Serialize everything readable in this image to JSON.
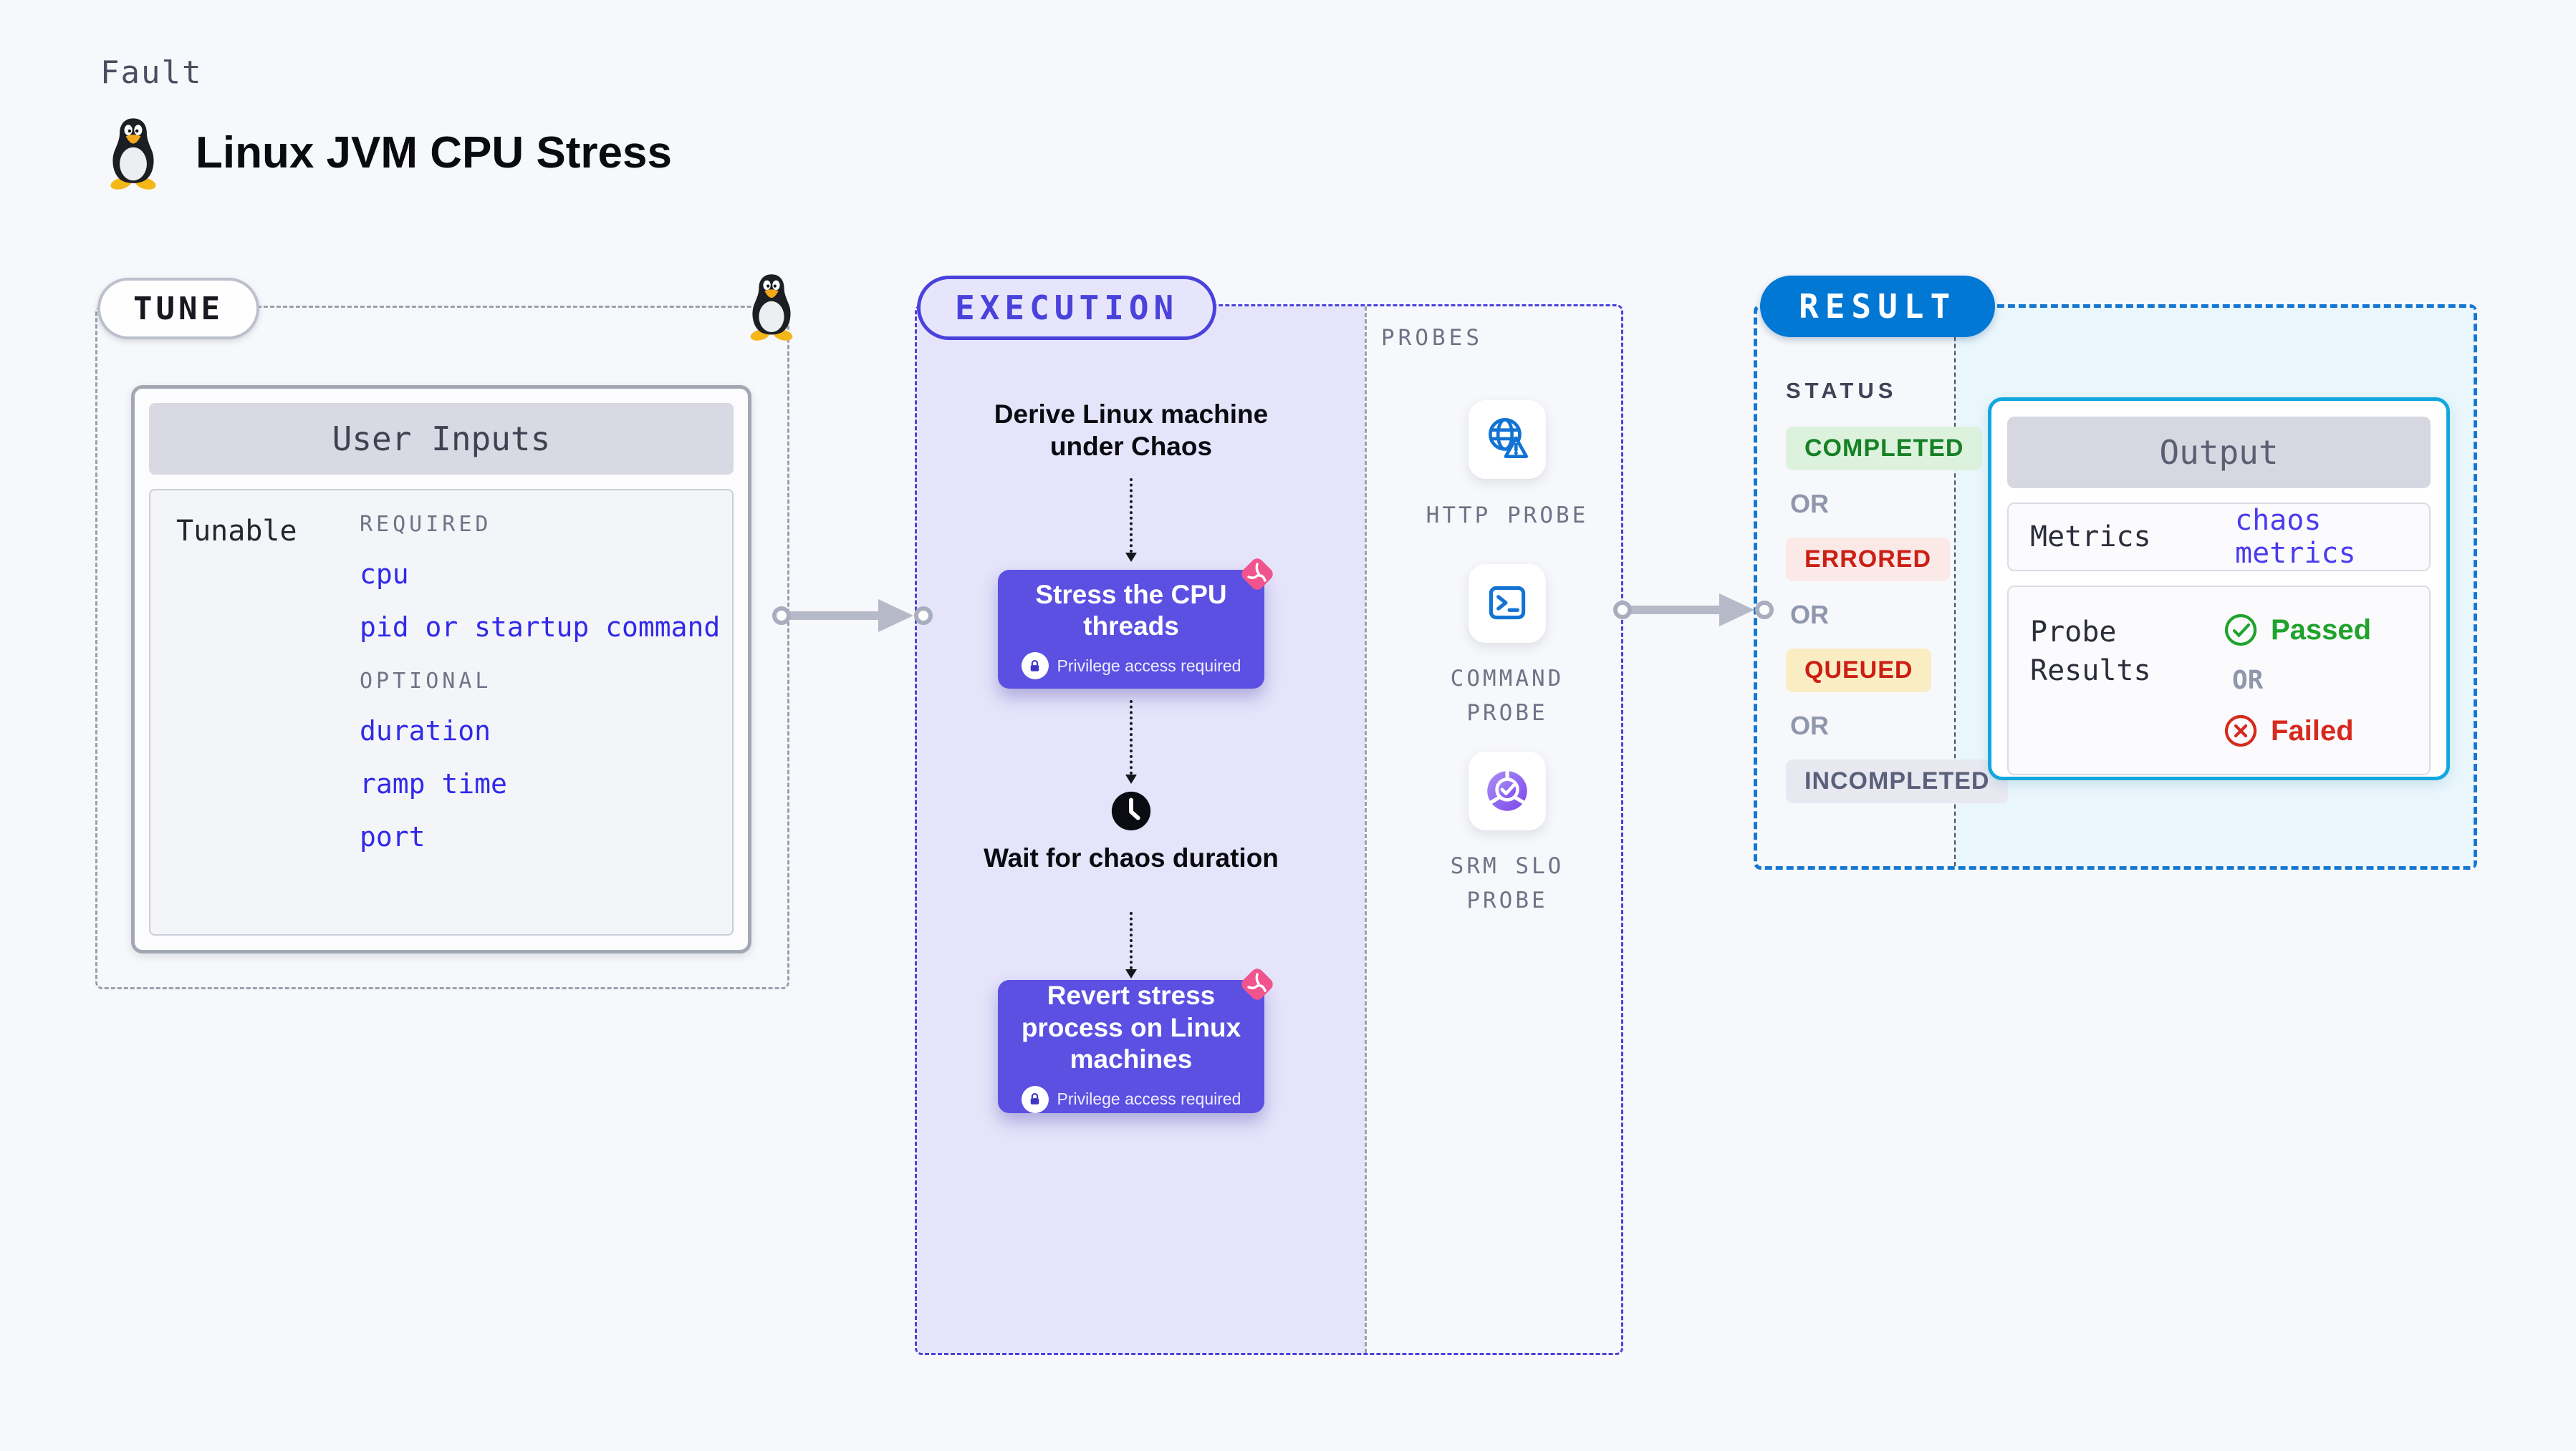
{
  "header": {
    "eyebrow": "Fault",
    "title": "Linux JVM CPU Stress"
  },
  "tune": {
    "label": "TUNE",
    "user_inputs": {
      "title": "User Inputs",
      "row_label": "Tunable",
      "groups": [
        {
          "label": "REQUIRED",
          "items": [
            "cpu",
            "pid or startup command"
          ]
        },
        {
          "label": "OPTIONAL",
          "items": [
            "duration",
            "ramp time",
            "port"
          ]
        }
      ]
    }
  },
  "execution": {
    "label": "EXECUTION",
    "flow": {
      "derive": "Derive Linux machine under Chaos",
      "stress": {
        "title": "Stress the CPU threads",
        "badge": "Privilege access required"
      },
      "wait": "Wait for chaos duration",
      "revert": {
        "title": "Revert stress process on Linux machines",
        "badge": "Privilege access required"
      }
    },
    "probes": {
      "label": "PROBES",
      "items": [
        {
          "name": "HTTP PROBE",
          "icon": "globe-warning-icon"
        },
        {
          "name": "COMMAND PROBE",
          "icon": "terminal-icon"
        },
        {
          "name": "SRM SLO PROBE",
          "icon": "slo-check-icon"
        }
      ]
    }
  },
  "result": {
    "label": "RESULT",
    "status": {
      "label": "STATUS",
      "separator": "OR",
      "badges": [
        {
          "text": "COMPLETED",
          "type": "success"
        },
        {
          "text": "ERRORED",
          "type": "error"
        },
        {
          "text": "QUEUED",
          "type": "queued"
        },
        {
          "text": "INCOMPLETED",
          "type": "neutral"
        }
      ]
    },
    "output": {
      "title": "Output",
      "metrics_label": "Metrics",
      "metrics_value": "chaos metrics",
      "probe_results_label": "Probe Results",
      "separator": "OR",
      "passed": "Passed",
      "failed": "Failed"
    }
  },
  "colors": {
    "node_purple": "#5B50E2",
    "execution_border": "#4A42DB",
    "result_pill_blue": "#0278D5",
    "output_border": "#12A7DD",
    "success_green": "#1FA32C",
    "error_red": "#D7291D",
    "input_link_blue": "#3129E9",
    "chaos_pink": "#F0548D"
  }
}
